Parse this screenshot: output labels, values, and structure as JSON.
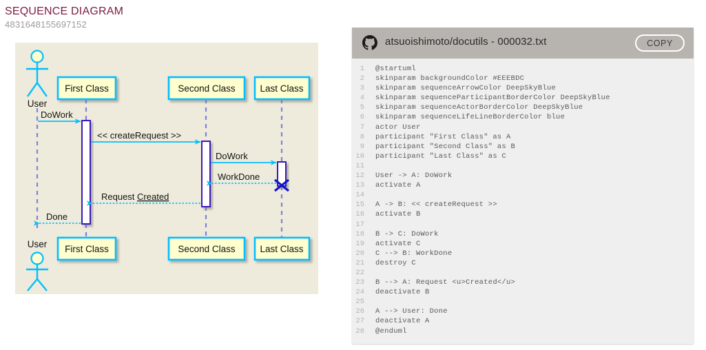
{
  "page": {
    "title": "SEQUENCE DIAGRAM",
    "subtitle": "4831648155697152",
    "title_color": "#7d1a42"
  },
  "diagram": {
    "background_color": "#EEEBDC",
    "arrow_color": "#00BFFF",
    "participant_border_color": "#00BFFF",
    "actor_border_color": "#00BFFF",
    "lifeline_border_color": "#7f7fe0",
    "participant_fill": "#FEFECE",
    "actor_top_label": "User",
    "actor_bottom_label": "User",
    "participants": [
      {
        "name": "First Class",
        "alias": "A"
      },
      {
        "name": "Second Class",
        "alias": "B"
      },
      {
        "name": "Last Class",
        "alias": "C"
      }
    ],
    "messages": [
      {
        "text": "DoWork",
        "from": "User",
        "to": "First Class",
        "style": "solid"
      },
      {
        "text": "<< createRequest >>",
        "from": "First Class",
        "to": "Second Class",
        "style": "solid"
      },
      {
        "text": "DoWork",
        "from": "Second Class",
        "to": "Last Class",
        "style": "solid"
      },
      {
        "text": "WorkDone",
        "from": "Last Class",
        "to": "Second Class",
        "style": "dotted"
      },
      {
        "text": "Request ",
        "underlined": "Created",
        "from": "Second Class",
        "to": "First Class",
        "style": "dotted"
      },
      {
        "text": "Done",
        "from": "First Class",
        "to": "User",
        "style": "dotted"
      }
    ],
    "destroy_marker": "x-destroy-mark"
  },
  "code_panel": {
    "source_icon": "github-icon",
    "title": "atsuoishimoto/docutils - 000032.txt",
    "copy_label": "COPY",
    "header_color": "#b7b3af",
    "body_color": "#efefef",
    "lines": [
      {
        "n": "1",
        "t": "@startuml"
      },
      {
        "n": "2",
        "t": "skinparam backgroundColor #EEEBDC"
      },
      {
        "n": "3",
        "t": "skinparam sequenceArrowColor DeepSkyBlue"
      },
      {
        "n": "4",
        "t": "skinparam sequenceParticipantBorderColor DeepSkyBlue"
      },
      {
        "n": "5",
        "t": "skinparam sequenceActorBorderColor DeepSkyBlue"
      },
      {
        "n": "6",
        "t": "skinparam sequenceLifeLineBorderColor blue"
      },
      {
        "n": "7",
        "t": "actor User"
      },
      {
        "n": "8",
        "t": "participant \"First Class\" as A"
      },
      {
        "n": "9",
        "t": "participant \"Second Class\" as B"
      },
      {
        "n": "10",
        "t": "participant \"Last Class\" as C"
      },
      {
        "n": "11",
        "t": ""
      },
      {
        "n": "12",
        "t": "User -> A: DoWork"
      },
      {
        "n": "13",
        "t": "activate A"
      },
      {
        "n": "14",
        "t": ""
      },
      {
        "n": "15",
        "t": "A -> B: << createRequest >>"
      },
      {
        "n": "16",
        "t": "activate B"
      },
      {
        "n": "17",
        "t": ""
      },
      {
        "n": "18",
        "t": "B -> C: DoWork"
      },
      {
        "n": "19",
        "t": "activate C"
      },
      {
        "n": "20",
        "t": "C --> B: WorkDone"
      },
      {
        "n": "21",
        "t": "destroy C"
      },
      {
        "n": "22",
        "t": ""
      },
      {
        "n": "23",
        "t": "B --> A: Request <u>Created</u>"
      },
      {
        "n": "24",
        "t": "deactivate B"
      },
      {
        "n": "25",
        "t": ""
      },
      {
        "n": "26",
        "t": "A --> User: Done"
      },
      {
        "n": "27",
        "t": "deactivate A"
      },
      {
        "n": "28",
        "t": "@enduml"
      }
    ]
  }
}
